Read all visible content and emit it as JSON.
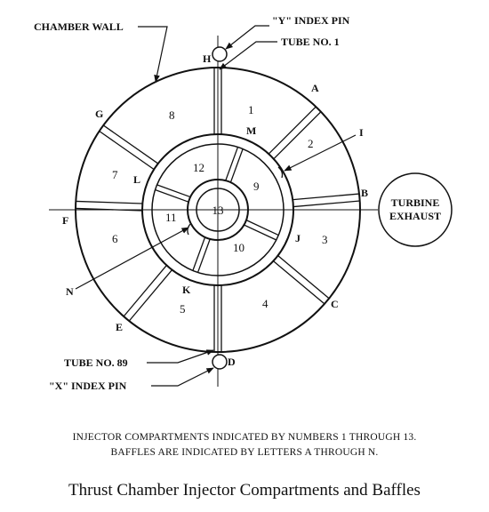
{
  "labels": {
    "chamber_wall": "CHAMBER WALL",
    "y_index_pin": "\"Y\" INDEX PIN",
    "tube_no_1": "TUBE NO. 1",
    "tube_no_89": "TUBE NO. 89",
    "x_index_pin": "\"X\" INDEX PIN",
    "turbine_1": "TURBINE",
    "turbine_2": "EXHAUST"
  },
  "baffles": {
    "A": "A",
    "B": "B",
    "C": "C",
    "D": "D",
    "E": "E",
    "F": "F",
    "G": "G",
    "H": "H",
    "I": "I",
    "J": "J",
    "K": "K",
    "L": "L",
    "M": "M",
    "N": "N"
  },
  "compartments": {
    "c1": "1",
    "c2": "2",
    "c3": "3",
    "c4": "4",
    "c5": "5",
    "c6": "6",
    "c7": "7",
    "c8": "8",
    "c9": "9",
    "c10": "10",
    "c11": "11",
    "c12": "12",
    "c13": "13"
  },
  "caption": {
    "line1": "INJECTOR COMPARTMENTS INDICATED BY NUMBERS 1 THROUGH 13.",
    "line2": "BAFFLES ARE INDICATED BY LETTERS A THROUGH N.",
    "title": "Thrust Chamber Injector Compartments and Baffles"
  }
}
